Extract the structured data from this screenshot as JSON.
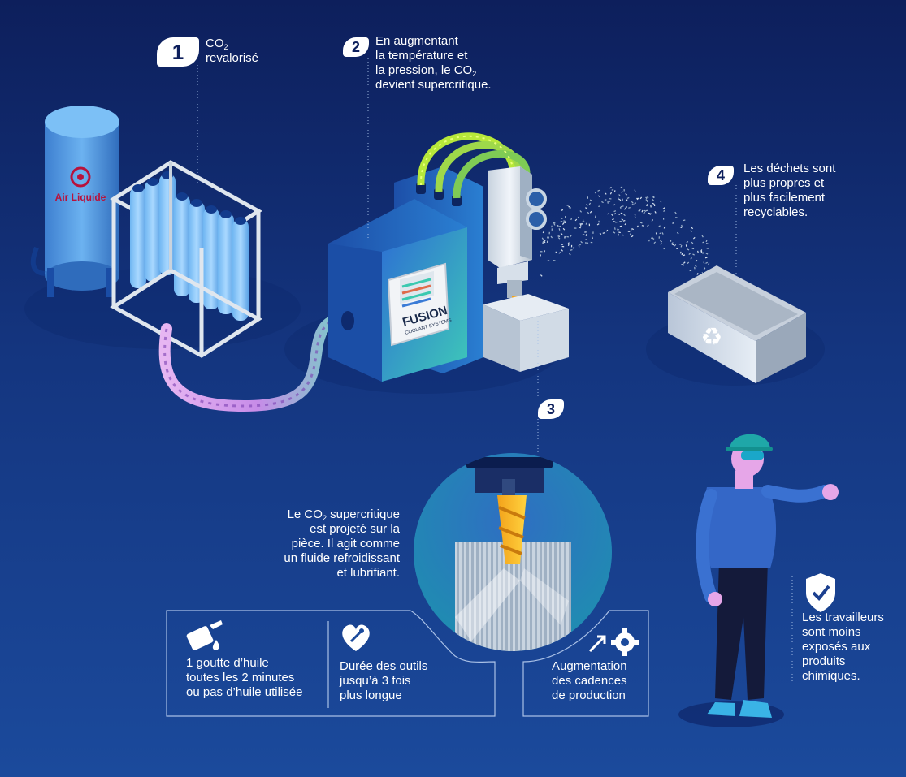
{
  "step1": {
    "badge": "1",
    "line1_main": "CO",
    "line1_sub": "2",
    "line2": "revalorisé"
  },
  "step2": {
    "badge": "2",
    "line1": "En augmentant",
    "line2": "la température et",
    "line3_main": "la pression, le CO",
    "line3_sub": "2",
    "line4": "devient supercritique."
  },
  "step3": {
    "badge": "3",
    "line1_main": "Le CO",
    "line1_sub": "2",
    "line1_rest": " supercritique",
    "line2": "est projeté sur la",
    "line3": "pièce. Il agit comme",
    "line4": "un fluide refroidissant",
    "line5": "et lubrifiant."
  },
  "step4": {
    "badge": "4",
    "line1": "Les déchets sont",
    "line2": "plus propres et",
    "line3": "plus facilement",
    "line4": "recyclables."
  },
  "workers": {
    "line1": "Les travailleurs",
    "line2": "sont moins",
    "line3": "exposés aux",
    "line4": "produits",
    "line5": "chimiques."
  },
  "benefits": [
    {
      "icon": "oil-can-icon",
      "line1": "1 goutte d’huile",
      "line2": "toutes les 2 minutes",
      "line3": "ou pas d’huile utilisée"
    },
    {
      "icon": "heart-wrench-icon",
      "line1": "Durée des outils",
      "line2": "jusqu’à 3 fois",
      "line3": "plus longue"
    },
    {
      "icon": "arrow-gear-icon",
      "line1": "Augmentation",
      "line2": "des cadences",
      "line3": "de production"
    }
  ],
  "logos": {
    "tank_brand": "Air Liquide",
    "machine_brand": "FUSION",
    "machine_tagline": "COOLANT SYSTEMS"
  },
  "colors": {
    "accent_green": "#b7e83a",
    "hose_pink": "#e06bd0",
    "tank_blue": "#4a90d9",
    "badge_text": "#0d1f5c"
  }
}
